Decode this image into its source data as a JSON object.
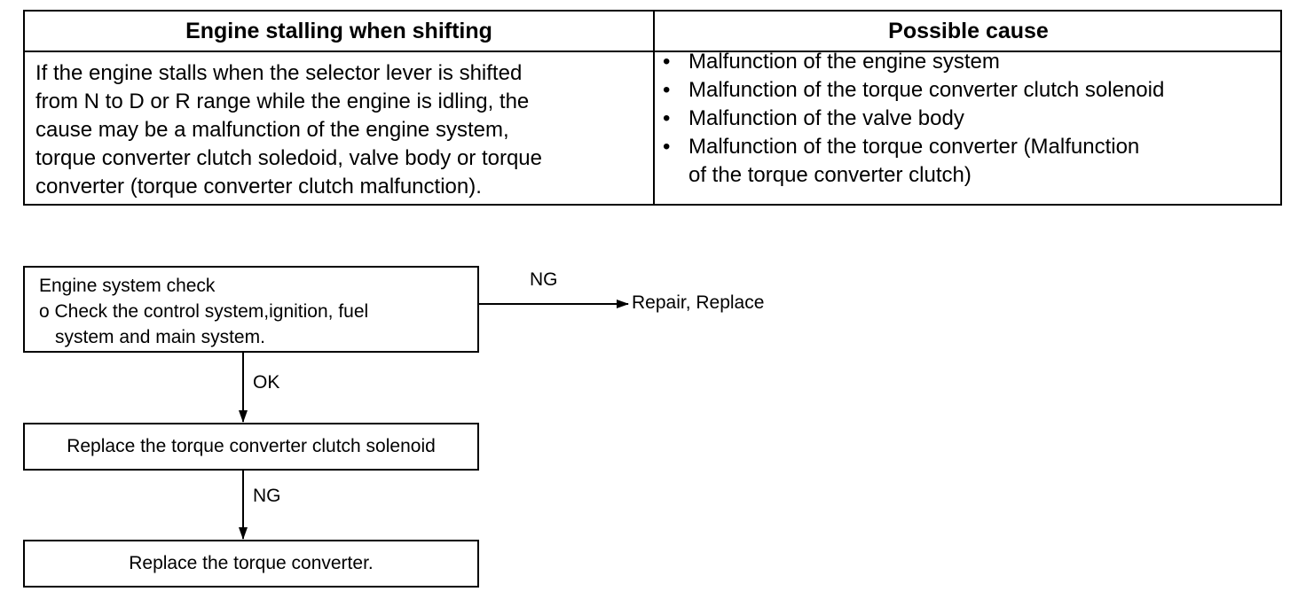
{
  "table": {
    "header_symptom": "Engine stalling when shifting",
    "header_cause": "Possible cause",
    "symptom_lines": [
      "If the engine stalls when the selector lever is shifted",
      "from N to D or R range while the engine is idling, the",
      "cause may be a malfunction of the engine system,",
      "torque converter clutch soledoid, valve body or torque",
      "converter (torque converter clutch malfunction)."
    ],
    "bullet_char": "•",
    "causes": [
      "Malfunction of the engine system",
      "Malfunction of the torque converter clutch solenoid",
      "Malfunction of the valve body",
      "Malfunction of the torque converter (Malfunction",
      "of the torque converter clutch)"
    ]
  },
  "flow": {
    "step1_title": "Engine system check",
    "step1_detail_line1": "o Check the control system,ignition, fuel",
    "step1_detail_line2": "system and main system.",
    "ng_label_1": "NG",
    "repair_label": "Repair, Replace",
    "ok_label": "OK",
    "step2": "Replace the torque converter clutch solenoid",
    "ng_label_2": "NG",
    "step3": "Replace the torque converter."
  }
}
